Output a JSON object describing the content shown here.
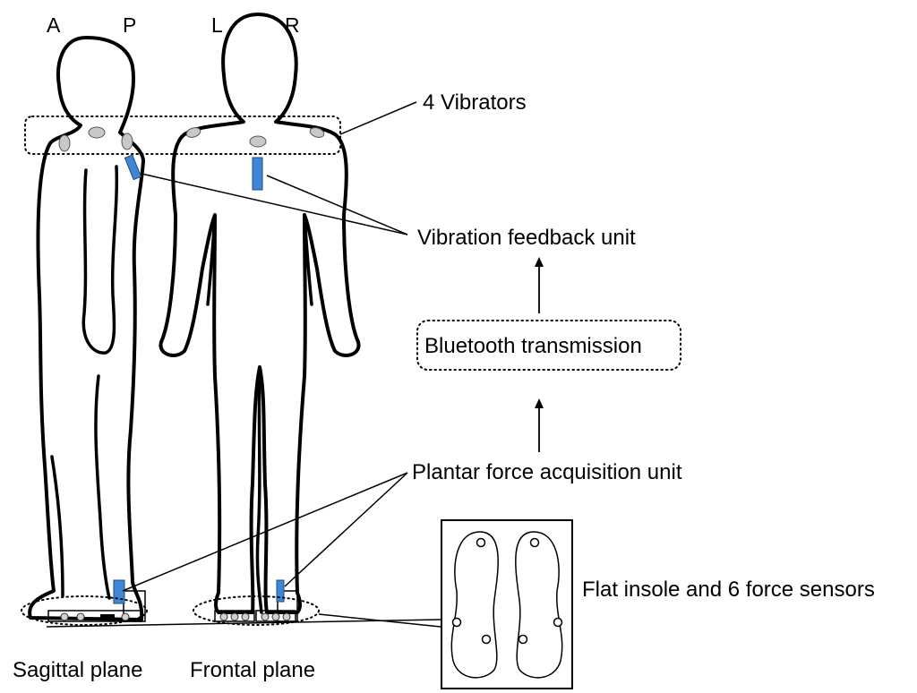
{
  "labels": {
    "anterior": "A",
    "posterior": "P",
    "left": "L",
    "right": "R",
    "vibrators": "4 Vibrators",
    "feedback_unit": "Vibration feedback unit",
    "bluetooth": "Bluetooth transmission",
    "acquisition_unit": "Plantar force acquisition unit",
    "insole": "Flat insole and 6 force sensors",
    "sagittal": "Sagittal plane",
    "frontal": "Frontal plane"
  },
  "colors": {
    "unit_fill": "#3f86d6",
    "vibrator_fill": "#c8c8c8",
    "outline": "#000000"
  }
}
